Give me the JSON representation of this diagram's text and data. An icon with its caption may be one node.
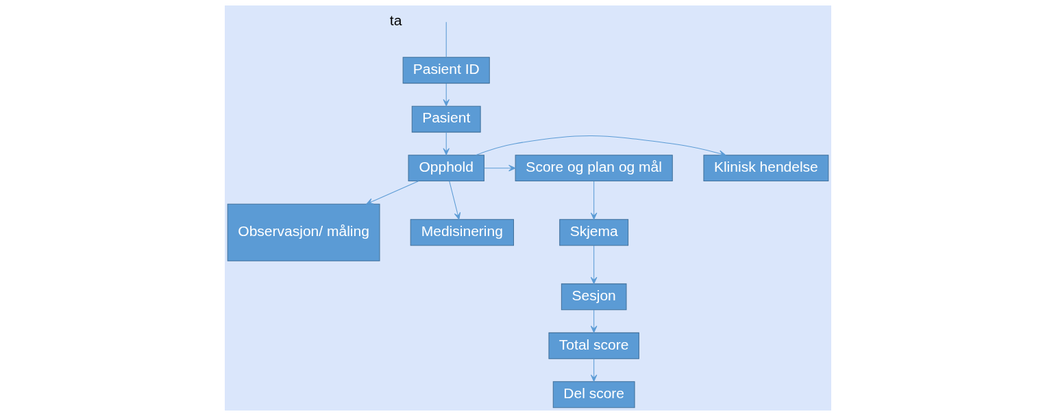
{
  "diagram": {
    "nodes": [
      {
        "text": [
          "Pasient ID"
        ]
      },
      {
        "text": [
          "Pasient"
        ]
      },
      {
        "text": [
          "Klinisk hendelse"
        ]
      },
      {
        "text": [
          "Opphold"
        ]
      },
      {
        "text": [
          "Score og plan og mål"
        ]
      },
      {
        "text": [
          "Skjema"
        ]
      },
      {
        "text": [
          "Sesjon"
        ]
      },
      {
        "text": [
          "Total score"
        ]
      },
      {
        "text": [
          "Observasjon/ måling"
        ]
      },
      {
        "text": [
          "Medisinering"
        ]
      },
      {
        "text": [
          "Del score"
        ]
      }
    ],
    "edges": [
      {
        "from": null,
        "to": 0,
        "arrow": "none"
      },
      {
        "from": 0,
        "to": 1,
        "arrow": "to"
      },
      {
        "from": 1,
        "to": 3,
        "arrow": "to"
      },
      {
        "from": 3,
        "to": 2,
        "arrow": "to"
      },
      {
        "from": 3,
        "to": 4,
        "arrow": "to"
      },
      {
        "from": 4,
        "to": 5,
        "arrow": "to"
      },
      {
        "from": 5,
        "to": 6,
        "arrow": "to"
      },
      {
        "from": 6,
        "to": 7,
        "arrow": "to"
      },
      {
        "from": 7,
        "to": 10,
        "arrow": "to"
      },
      {
        "from": 3,
        "to": 8,
        "arrow": "to"
      },
      {
        "from": 3,
        "to": 9,
        "arrow": "to"
      }
    ],
    "labels": [
      "ta"
    ]
  }
}
